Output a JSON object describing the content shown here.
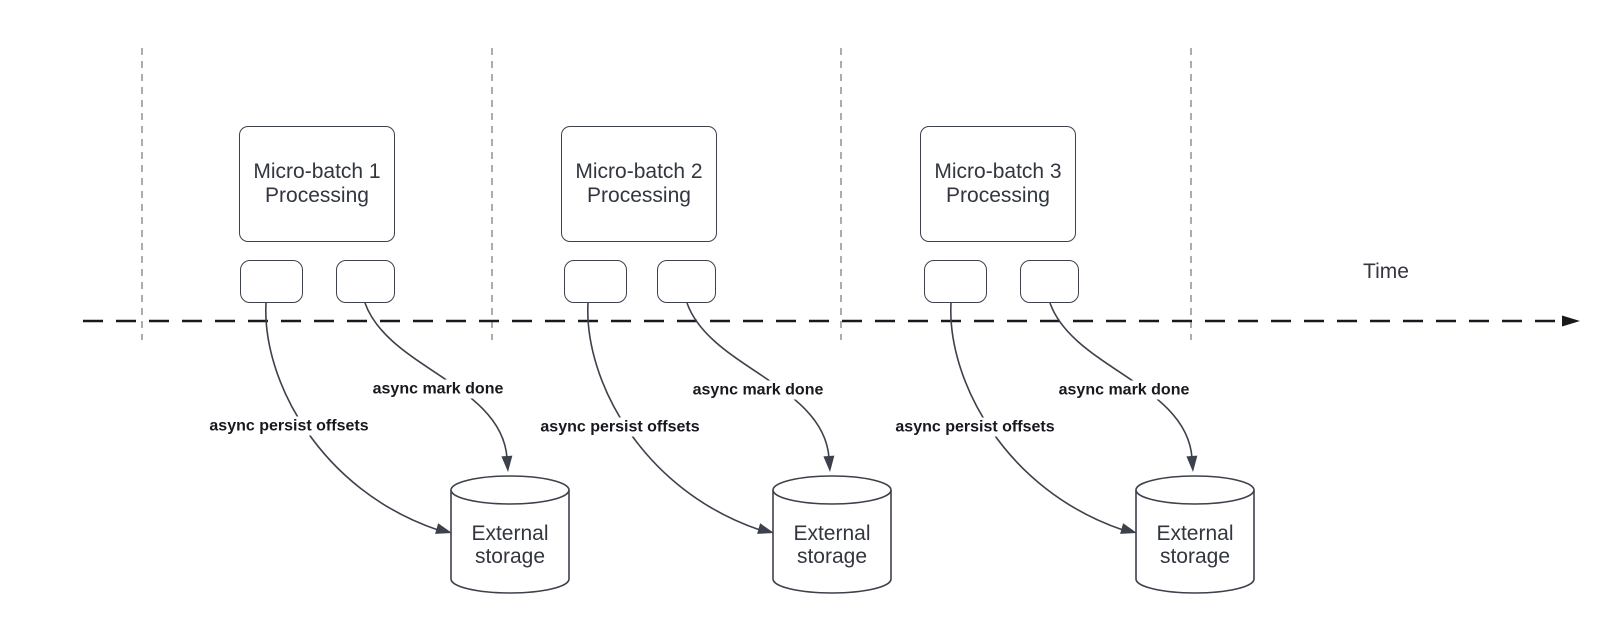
{
  "diagram": {
    "time_label": "Time",
    "groups": [
      {
        "box_line1": "Micro-batch 1",
        "box_line2": "Processing",
        "persist_label": "async persist offsets",
        "done_label": "async mark done",
        "storage_label": "External storage"
      },
      {
        "box_line1": "Micro-batch 2",
        "box_line2": "Processing",
        "persist_label": "async persist offsets",
        "done_label": "async mark done",
        "storage_label": "External storage"
      },
      {
        "box_line1": "Micro-batch 3",
        "box_line2": "Processing",
        "persist_label": "async persist offsets",
        "done_label": "async mark done",
        "storage_label": "External storage"
      }
    ],
    "colors": {
      "shape_stroke": "#3d414b",
      "shape_text": "#32363f",
      "label_text": "#17191e",
      "axis_color": "#17191d",
      "gridline_color": "#a4a4a4",
      "canvas_bg": "#ffffff"
    }
  }
}
